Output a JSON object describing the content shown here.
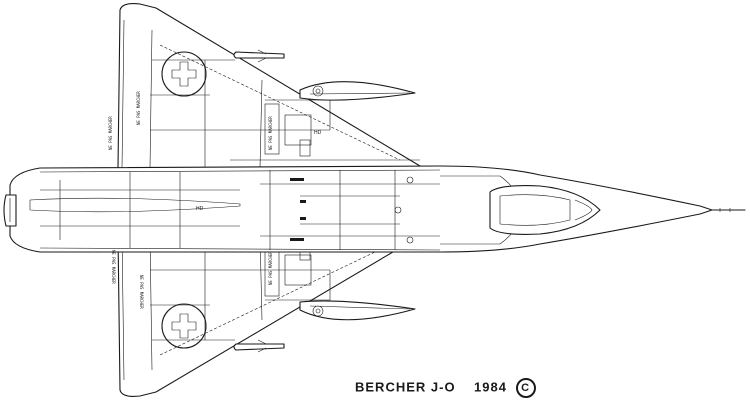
{
  "signature": {
    "author": "BERCHER J-O",
    "year": "1984",
    "copyright_symbol": "C"
  },
  "stencils": {
    "upper_wing_a": "NE PAS MARCHER",
    "upper_wing_b": "NE PAS MARCHER",
    "lower_wing_a": "NE PAS MARCHER",
    "lower_wing_b": "NE PAS MARCHER",
    "fuselage_left": "NE PAS MARCHER",
    "fuselage_center": "NE PAS MARCHER",
    "rear_label": "HD",
    "mid_label": "HD"
  },
  "colors": {
    "ink": "#1a1a1a",
    "paper": "#ffffff"
  }
}
